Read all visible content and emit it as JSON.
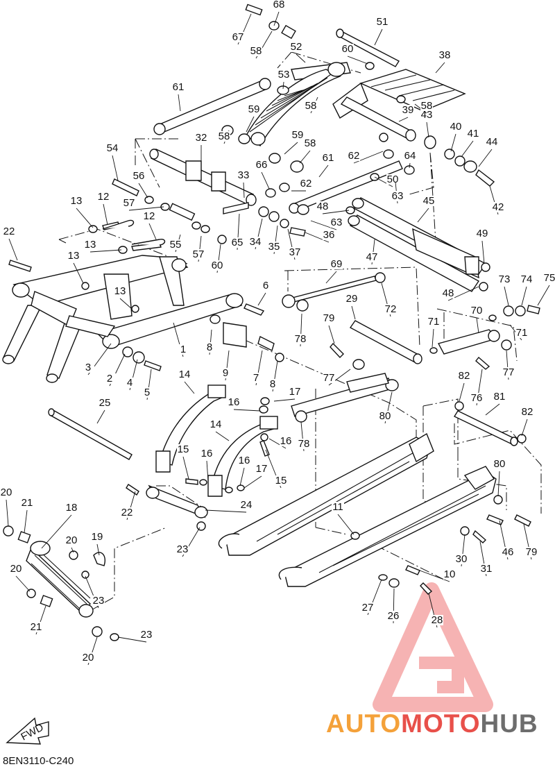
{
  "watermark": {
    "brand_name": "AUTOMOTOHUB",
    "part1": "AUTO",
    "part2": "MOTO",
    "part3": "HUB",
    "color_orange": "#f4a13a",
    "color_red": "#e8504a",
    "color_gray": "#6d6d6d",
    "logo_color": "#f39a9a"
  },
  "diagram_code": "8EN3110-C240",
  "fwd_label": "FWD",
  "callouts": [
    {
      "n": "68"
    },
    {
      "n": "67"
    },
    {
      "n": "58"
    },
    {
      "n": "52"
    },
    {
      "n": "53"
    },
    {
      "n": "51"
    },
    {
      "n": "60"
    },
    {
      "n": "38"
    },
    {
      "n": "61"
    },
    {
      "n": "59"
    },
    {
      "n": "58"
    },
    {
      "n": "39"
    },
    {
      "n": "58"
    },
    {
      "n": "43"
    },
    {
      "n": "40"
    },
    {
      "n": "41"
    },
    {
      "n": "44"
    },
    {
      "n": "32"
    },
    {
      "n": "58"
    },
    {
      "n": "59"
    },
    {
      "n": "58"
    },
    {
      "n": "61"
    },
    {
      "n": "62"
    },
    {
      "n": "64"
    },
    {
      "n": "54"
    },
    {
      "n": "66"
    },
    {
      "n": "62"
    },
    {
      "n": "50"
    },
    {
      "n": "42"
    },
    {
      "n": "33"
    },
    {
      "n": "56"
    },
    {
      "n": "63"
    },
    {
      "n": "57"
    },
    {
      "n": "45"
    },
    {
      "n": "13"
    },
    {
      "n": "12"
    },
    {
      "n": "48"
    },
    {
      "n": "12"
    },
    {
      "n": "63"
    },
    {
      "n": "22"
    },
    {
      "n": "13"
    },
    {
      "n": "55"
    },
    {
      "n": "65"
    },
    {
      "n": "34"
    },
    {
      "n": "35"
    },
    {
      "n": "37"
    },
    {
      "n": "36"
    },
    {
      "n": "49"
    },
    {
      "n": "57"
    },
    {
      "n": "60"
    },
    {
      "n": "47"
    },
    {
      "n": "13"
    },
    {
      "n": "69"
    },
    {
      "n": "73"
    },
    {
      "n": "74"
    },
    {
      "n": "75"
    },
    {
      "n": "13"
    },
    {
      "n": "6"
    },
    {
      "n": "48"
    },
    {
      "n": "72"
    },
    {
      "n": "29"
    },
    {
      "n": "70"
    },
    {
      "n": "1"
    },
    {
      "n": "8"
    },
    {
      "n": "79"
    },
    {
      "n": "71"
    },
    {
      "n": "71"
    },
    {
      "n": "78"
    },
    {
      "n": "3"
    },
    {
      "n": "2"
    },
    {
      "n": "4"
    },
    {
      "n": "5"
    },
    {
      "n": "9"
    },
    {
      "n": "7"
    },
    {
      "n": "8"
    },
    {
      "n": "77"
    },
    {
      "n": "77"
    },
    {
      "n": "76"
    },
    {
      "n": "14"
    },
    {
      "n": "17"
    },
    {
      "n": "82"
    },
    {
      "n": "81"
    },
    {
      "n": "16"
    },
    {
      "n": "25"
    },
    {
      "n": "82"
    },
    {
      "n": "80"
    },
    {
      "n": "14"
    },
    {
      "n": "78"
    },
    {
      "n": "16"
    },
    {
      "n": "15"
    },
    {
      "n": "16"
    },
    {
      "n": "16"
    },
    {
      "n": "17"
    },
    {
      "n": "15"
    },
    {
      "n": "80"
    },
    {
      "n": "24"
    },
    {
      "n": "20"
    },
    {
      "n": "21"
    },
    {
      "n": "18"
    },
    {
      "n": "22"
    },
    {
      "n": "11"
    },
    {
      "n": "19"
    },
    {
      "n": "23"
    },
    {
      "n": "20"
    },
    {
      "n": "46"
    },
    {
      "n": "79"
    },
    {
      "n": "30"
    },
    {
      "n": "31"
    },
    {
      "n": "20"
    },
    {
      "n": "23"
    },
    {
      "n": "10"
    },
    {
      "n": "27"
    },
    {
      "n": "26"
    },
    {
      "n": "28"
    },
    {
      "n": "21"
    },
    {
      "n": "23"
    },
    {
      "n": "20"
    }
  ]
}
